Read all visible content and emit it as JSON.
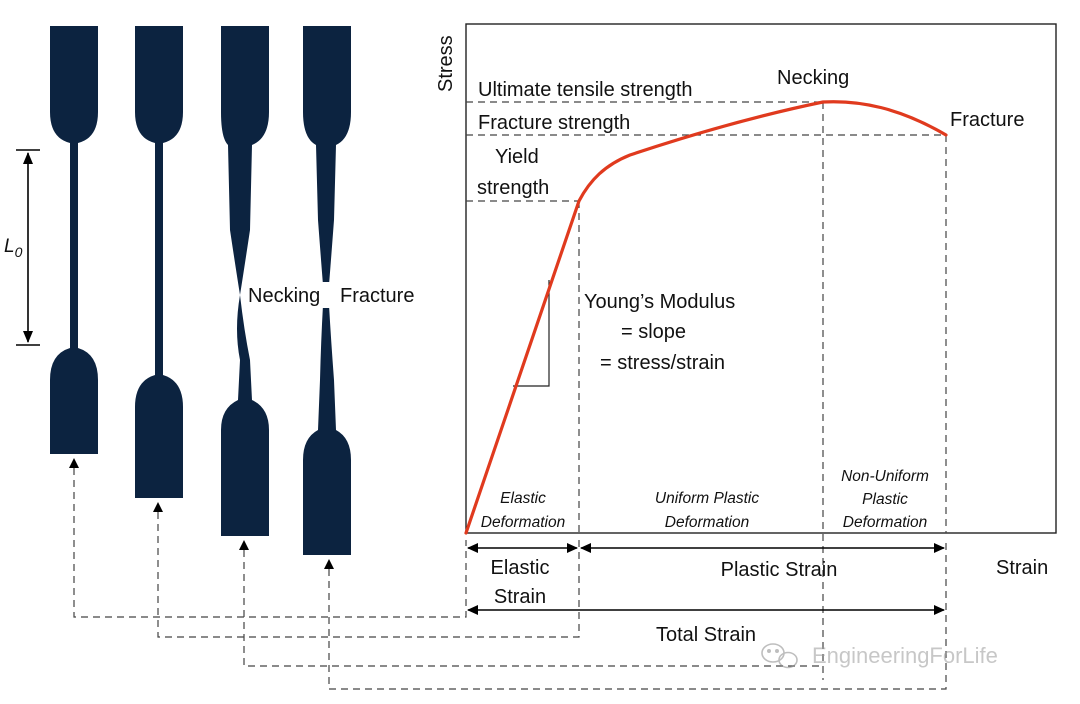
{
  "specimens": {
    "gauge_length_label": "L",
    "gauge_length_subscript": "0",
    "necking_label": "Necking",
    "fracture_label": "Fracture"
  },
  "graph": {
    "y_axis_label": "Stress",
    "x_axis_label": "Strain",
    "ultimate_tensile_strength": "Ultimate tensile strength",
    "fracture_strength": "Fracture strength",
    "yield_strength_line1": "Yield",
    "yield_strength_line2": "strength",
    "necking_point": "Necking",
    "fracture_point": "Fracture",
    "youngs_modulus_line1": "Young’s Modulus",
    "youngs_modulus_line2": "= slope",
    "youngs_modulus_line3": "= stress/strain",
    "regions": {
      "elastic_line1": "Elastic",
      "elastic_line2": "Deformation",
      "uniform_line1": "Uniform Plastic",
      "uniform_line2": "Deformation",
      "nonuniform_line1": "Non-Uniform",
      "nonuniform_line2": "Plastic",
      "nonuniform_line3": "Deformation"
    },
    "strain_ranges": {
      "elastic_line1": "Elastic",
      "elastic_line2": "Strain",
      "plastic": "Plastic Strain",
      "total": "Total Strain"
    }
  },
  "watermark": "EngineeringForLife",
  "colors": {
    "specimen": "#0c2340",
    "curve": "#e03a1e",
    "dashed": "#444444"
  }
}
